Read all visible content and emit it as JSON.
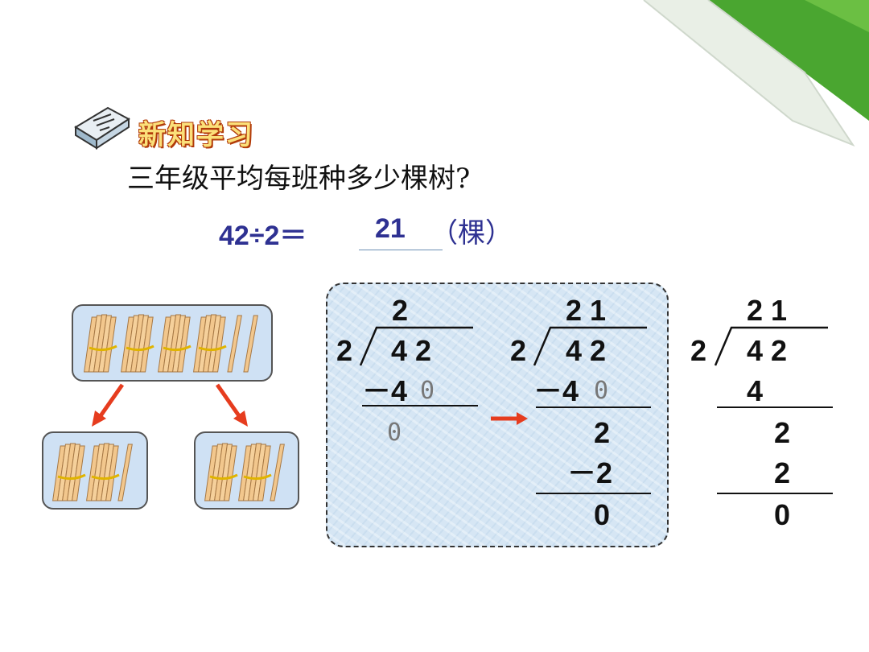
{
  "header": {
    "badge_label": "新知学习"
  },
  "question": "三年级平均每班种多少棵树?",
  "equation": {
    "expression": "42÷2＝",
    "answer": "21",
    "unit": "（棵）"
  },
  "division_1": {
    "quotient": "2",
    "divisor": "2",
    "dividend": "4 2",
    "minus": "－4",
    "placeholder": "0"
  },
  "division_2": {
    "quotient": "2 1",
    "divisor": "2",
    "dividend": "4 2",
    "minus1": "－4",
    "placeholder": "0",
    "rem1": "2",
    "minus2": "－2",
    "result": "0"
  },
  "division_3": {
    "quotient": "2 1",
    "divisor": "2",
    "dividend": "4 2",
    "sub1": "4",
    "rem1": "2",
    "sub2": "2",
    "result": "0"
  },
  "colors": {
    "question_text": "#111111",
    "equation_text": "#2e3192",
    "arrow": "#e63c1e",
    "panel": "#d6e6f4"
  },
  "icons": [
    "book-icon",
    "stick-bundle-icon",
    "down-arrow-icon",
    "right-arrow-icon"
  ]
}
